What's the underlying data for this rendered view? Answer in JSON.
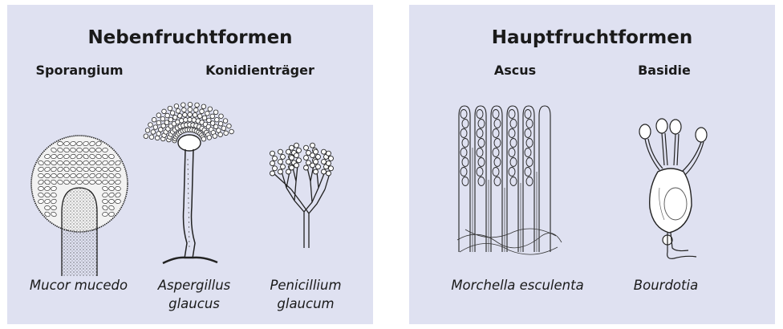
{
  "left_panel": {
    "title": "Nebenfruchtformen",
    "headers": {
      "sporangium": "Sporangium",
      "konidientraeger": "Konidienträger"
    },
    "captions": {
      "mucor": "Mucor mucedo",
      "aspergillus_1": "Aspergillus",
      "aspergillus_2": "glaucus",
      "penicillium_1": "Penicillium",
      "penicillium_2": "glaucum"
    }
  },
  "right_panel": {
    "title": "Hauptfruchtformen",
    "headers": {
      "ascus": "Ascus",
      "basidie": "Basidie"
    },
    "captions": {
      "morchella": "Morchella esculenta",
      "bourdotia": "Bourdotia"
    }
  },
  "colors": {
    "panel": "#dfe1f1",
    "ink": "#1a1a1a"
  },
  "illustrations": [
    "sporangium-drawing",
    "aspergillus-drawing",
    "penicillium-drawing",
    "ascus-drawing",
    "basidium-drawing"
  ]
}
